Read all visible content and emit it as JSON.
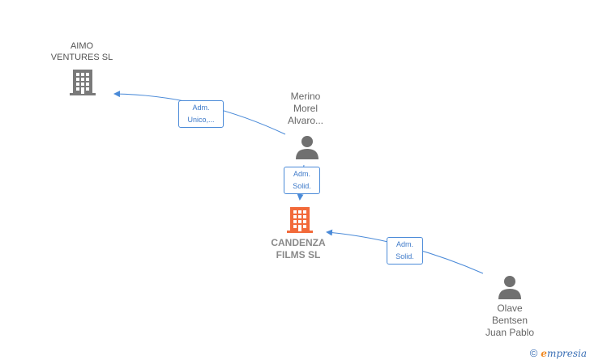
{
  "colors": {
    "edge": "#4a8ad8",
    "company_icon": "#7a7a7a",
    "focus_icon": "#f26a3a",
    "person_icon": "#707070"
  },
  "nodes": {
    "aimo": {
      "label": "AIMO\nVENTURES  SL",
      "icon": "building-icon"
    },
    "merino": {
      "label": "Merino\nMorel\nAlvaro...",
      "icon": "person-icon"
    },
    "candenza": {
      "label": "CANDENZA\nFILMS  SL",
      "icon": "building-icon"
    },
    "olave": {
      "label": "Olave\nBentsen\nJuan Pablo",
      "icon": "person-icon"
    }
  },
  "edges": {
    "merino_aimo": {
      "label": "Adm.\nUnico,..."
    },
    "merino_candenza": {
      "label": "Adm.\nSolid."
    },
    "olave_candenza": {
      "label": "Adm.\nSolid."
    }
  },
  "footer": {
    "copyright": "©",
    "brand_initial": "e",
    "brand_rest": "mpresia"
  }
}
